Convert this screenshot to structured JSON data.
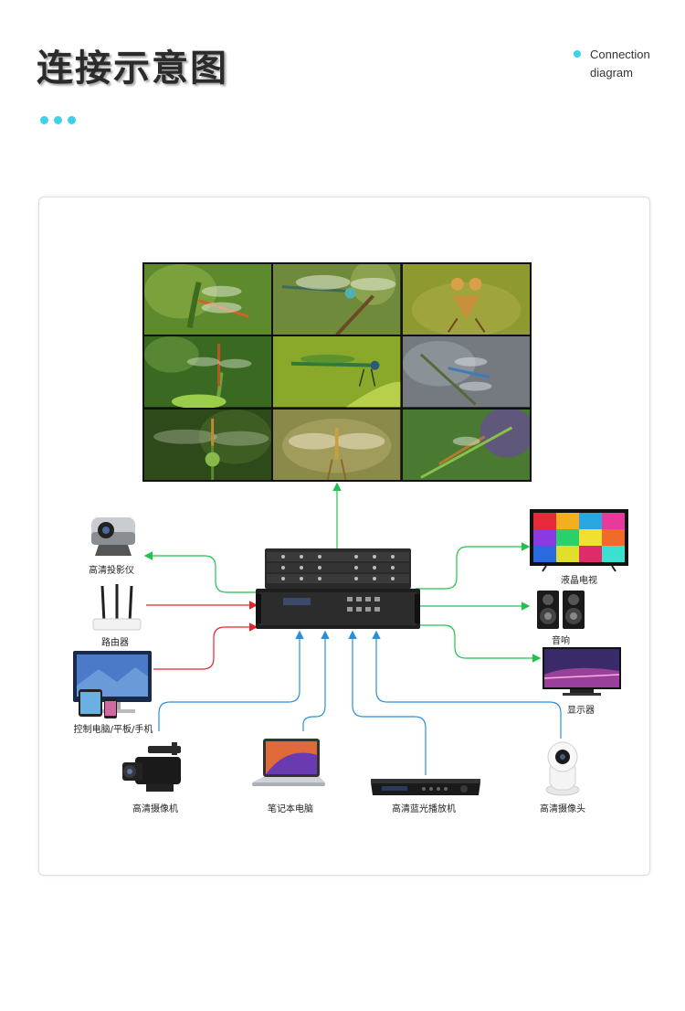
{
  "header": {
    "title": "连接示意图",
    "subtitle_line1": "Connection",
    "subtitle_line2": "diagram"
  },
  "colors": {
    "accent": "#3fd0ea",
    "output_line": "#22c24a",
    "input_line_red": "#e8222b",
    "input_line_blue": "#2a8fd8"
  },
  "video_wall": {
    "tile_count": 9,
    "content": "dragonfly images"
  },
  "devices": {
    "projector": "高清投影仪",
    "router": "路由器",
    "control_pc": "控制电脑/平板/手机",
    "lcd_tv": "液晶电视",
    "speaker": "音响",
    "monitor": "显示器",
    "camcorder": "高清摄像机",
    "laptop": "笔记本电脑",
    "bluray": "高清蓝光播放机",
    "ip_camera": "高清摄像头"
  }
}
